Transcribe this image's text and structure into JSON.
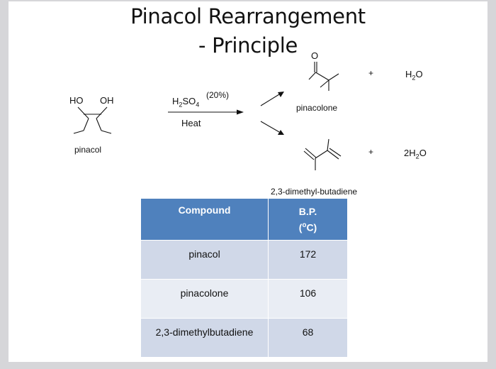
{
  "slide": {
    "title_line1": "Pinacol Rearrangement",
    "title_line2": "- Principle"
  },
  "reaction": {
    "reactant_ho": "HO",
    "reactant_oh": "OH",
    "reactant_name": "pinacol",
    "reagent": "H2SO4",
    "reagent_concentration": "(20%)",
    "condition": "Heat",
    "product1_atom": "O",
    "product1_name": "pinacolone",
    "product1_plus": "+",
    "product1_byproduct": "H2O",
    "product2_name": "2,3-dimethyl-butadiene",
    "product2_plus": "+",
    "product2_byproduct": "2H2O"
  },
  "table": {
    "headers": [
      "Compound",
      "B.P.",
      "(oC)"
    ],
    "rows": [
      {
        "compound": "pinacol",
        "bp": "172"
      },
      {
        "compound": "pinacolone",
        "bp": "106"
      },
      {
        "compound": "2,3-dimethylbutadiene",
        "bp": "68"
      }
    ]
  },
  "colors": {
    "header_blue": "#4f81bd",
    "row_odd": "#d0d8e8",
    "row_even": "#e9edf4"
  }
}
